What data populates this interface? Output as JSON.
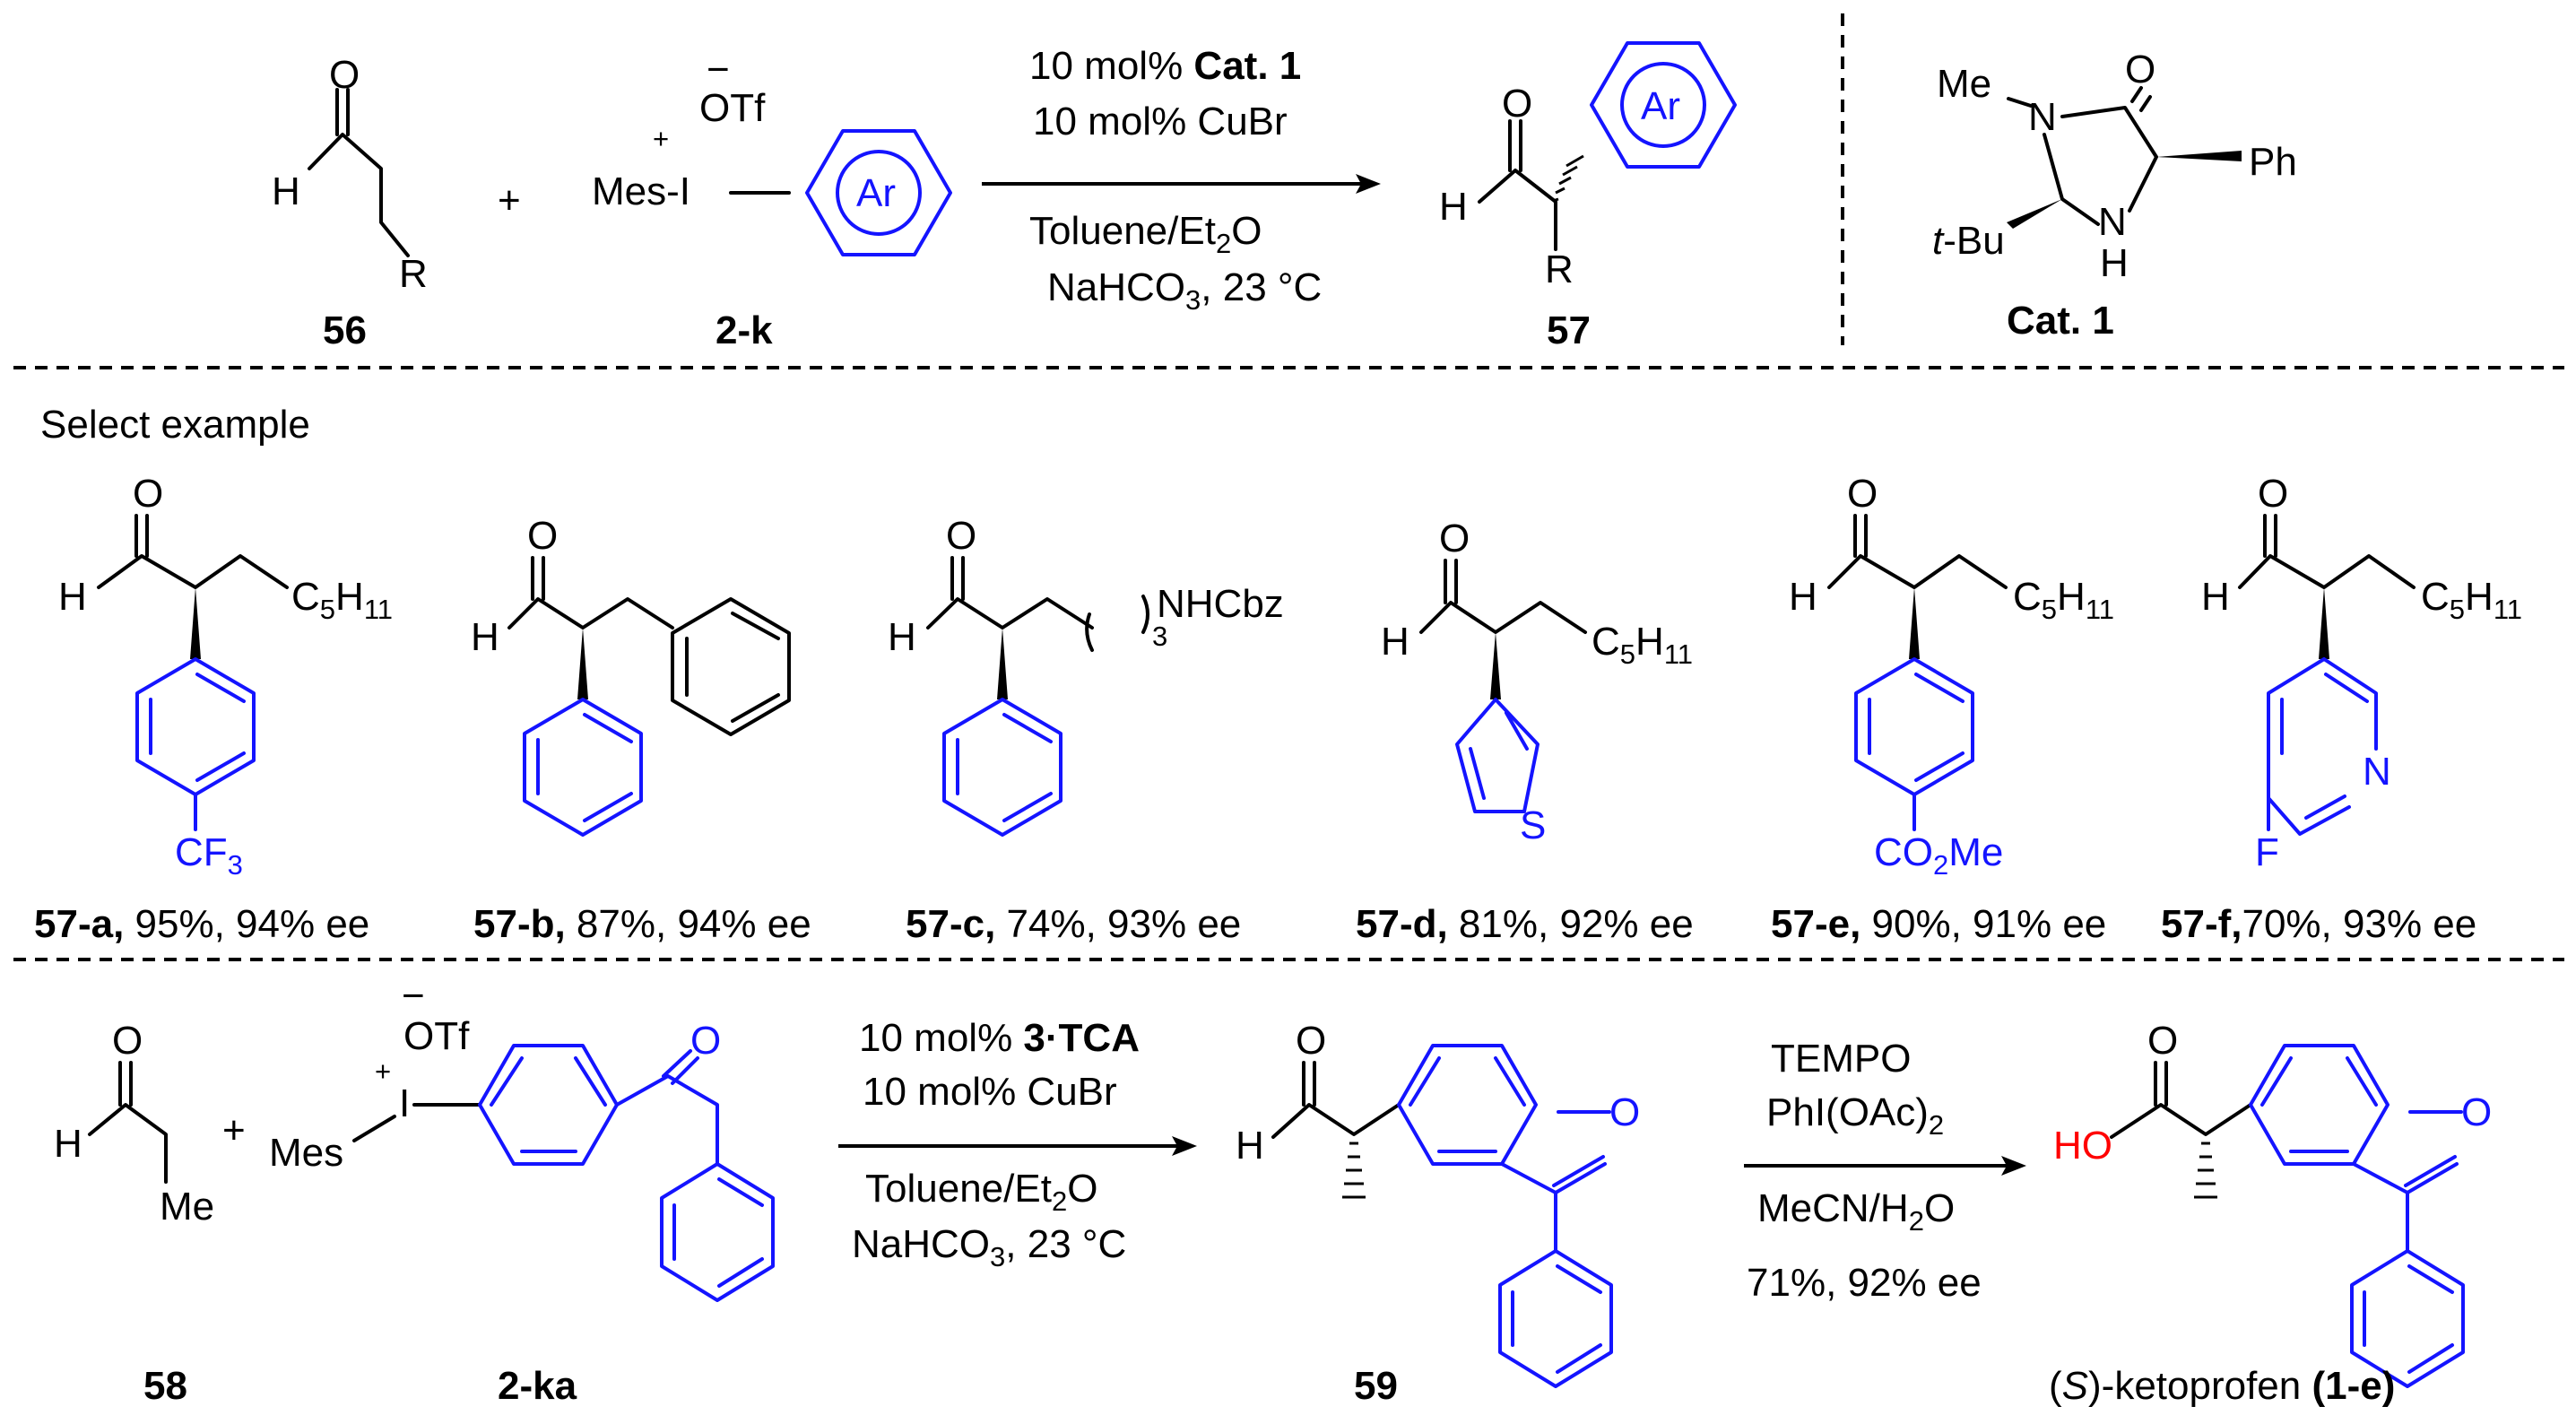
{
  "scheme": {
    "top": {
      "cmpd_56": "56",
      "plus": "+",
      "aldehyde_H": "H",
      "aldehyde_O": "O",
      "aldehyde_R": "R",
      "reagent": {
        "otf_minus": "−",
        "otf": "OTf",
        "iplus": "+",
        "mes_i": "Mes-I",
        "ar": "Ar"
      },
      "cmpd_2k": "2-k",
      "conditions": {
        "line1_pre": "10 mol% ",
        "line1_bold": "Cat. 1",
        "line2": "10 mol% CuBr",
        "line3_a": "Toluene/Et",
        "line3_sub": "2",
        "line3_b": "O",
        "line4_a": "NaHCO",
        "line4_sub": "3",
        "line4_b": ", 23 °C"
      },
      "product": {
        "H": "H",
        "O": "O",
        "R": "R",
        "ar": "Ar"
      },
      "cmpd_57": "57",
      "catalyst": {
        "me": "Me",
        "n1": "N",
        "o": "O",
        "ph": "Ph",
        "tbu_a": "t",
        "tbu_b": "-Bu",
        "nh_n": "N",
        "nh_h": "H",
        "label": "Cat. 1"
      }
    },
    "examples_header": "Select example",
    "examples": [
      {
        "id": "57-a,",
        "rest": " 95%, 94% ee",
        "chain": "C",
        "sub1": "5",
        "chain2": "H",
        "sub2": "11",
        "extra_a": "CF",
        "extra_sub": "3"
      },
      {
        "id": "57-b,",
        "rest": " 87%, 94% ee"
      },
      {
        "id": "57-c,",
        "rest": " 74%, 93% ee",
        "chain": "NHCbz",
        "sub1": "3"
      },
      {
        "id": "57-d,",
        "rest": " 81%, 92% ee",
        "chain": "C",
        "sub1": "5",
        "chain2": "H",
        "sub2": "11",
        "het": "S"
      },
      {
        "id": "57-e,",
        "rest": " 90%, 91% ee",
        "chain": "C",
        "sub1": "5",
        "chain2": "H",
        "sub2": "11",
        "extra_a": "CO",
        "extra_sub": "2",
        "extra_b": "Me"
      },
      {
        "id": "57-f,",
        "rest": "70%, 93% ee",
        "chain": "C",
        "sub1": "5",
        "chain2": "H",
        "sub2": "11",
        "het": "N",
        "extra_a": "F"
      }
    ],
    "common_H": "H",
    "common_O": "O",
    "bottom": {
      "cmpd_58": "58",
      "me": "Me",
      "plus": "+",
      "otf_minus": "−",
      "otf": "OTf",
      "iplus": "+",
      "mes": "Mes",
      "i": "I",
      "cmpd_2ka": "2-ka",
      "cond1": {
        "line1_pre": "10 mol% ",
        "line1_bold": "3·TCA",
        "line2": "10 mol% CuBr",
        "line3_a": "Toluene/Et",
        "line3_sub": "2",
        "line3_b": "O",
        "line4_a": "NaHCO",
        "line4_sub": "3",
        "line4_b": ", 23 °C"
      },
      "cmpd_59": "59",
      "cond2": {
        "line1": "TEMPO",
        "line2_a": "PhI(OAc)",
        "line2_sub": "2",
        "line3_a": "MeCN/H",
        "line3_sub": "2",
        "line3_b": "O",
        "line4": "71%, 92% ee"
      },
      "ho": "HO",
      "final_a": "(",
      "final_S": "S",
      "final_b": ")-ketoprofen ",
      "final_c": "(1-e)"
    },
    "colors": {
      "accent": "#1414ff",
      "acid": "#ff0000",
      "ink": "#000000"
    }
  }
}
